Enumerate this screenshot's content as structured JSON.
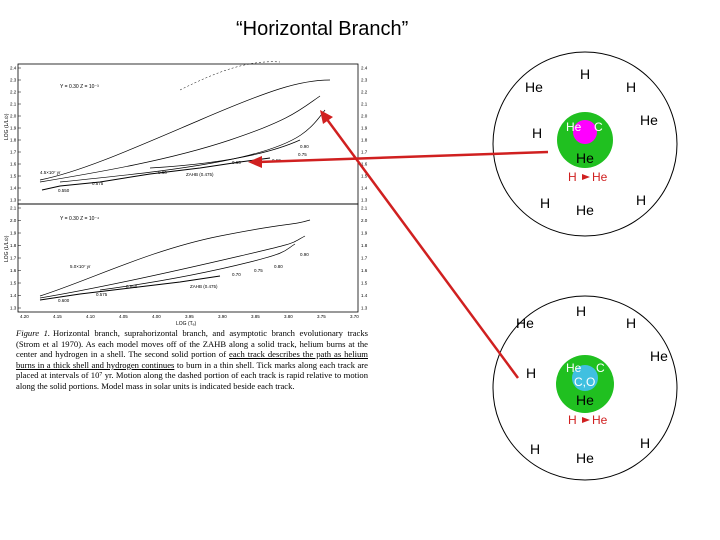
{
  "slide": {
    "title": "“Horizontal Branch”"
  },
  "figure": {
    "top_panel": {
      "params": "Y = 0.30    Z = 10⁻³",
      "y_ticks": [
        "2.4",
        "2.3",
        "2.2",
        "2.1",
        "2.0",
        "1.9",
        "1.8",
        "1.7",
        "1.6",
        "1.5",
        "1.4",
        "1.3"
      ],
      "y_axis_label": "LOG (L/L⊙)",
      "mass_labels": [
        "0.90",
        "0.75",
        "0.60",
        "0.575",
        "0.550",
        "0.65",
        "0.70",
        "0.60"
      ],
      "zahb_label": "ZAHB (0.475)",
      "time_label": "4.5×10⁷ yr"
    },
    "bottom_panel": {
      "params": "Y = 0.30    Z = 10⁻⁴",
      "y_ticks": [
        "2.1",
        "2.0",
        "1.9",
        "1.8",
        "1.7",
        "1.6",
        "1.5",
        "1.4",
        "1.3"
      ],
      "y_axis_label": "LOG (L/L⊙)",
      "mass_labels": [
        "0.90",
        "0.70",
        "0.80",
        "0.75",
        "0.70",
        "0.650",
        "0.575",
        "0.600"
      ],
      "zahb_label": "ZAHB (0.475)",
      "time_label": "5.0×10⁷ yr"
    },
    "x_ticks": [
      "4.20",
      "4.15",
      "4.10",
      "4.05",
      "4.00",
      "3.95",
      "3.90",
      "3.85",
      "3.80",
      "3.75",
      "3.70"
    ],
    "x_axis_label": "LOG (Tₑ)"
  },
  "caption": {
    "label": "Figure 1.",
    "text_before": "Horizontal branch, suprahorizontal branch, and asymptotic branch evolutionary tracks (Strom et al 1970). As each model moves off of the ZAHB along a solid track, helium burns at the center and hydrogen in a shell. The second solid portion of ",
    "underlined": "each track describes the path as helium burns in a thick shell and hydrogen continues",
    "text_after": " to burn in a thin shell. Tick marks along each track are placed at intervals of 10⁷ yr. Motion along the dashed portion of each track is rapid relative to motion along the solid portions. Model mass in solar units is indicated beside each track."
  },
  "diagram_top": {
    "labels": [
      "He",
      "H",
      "H",
      "He",
      "H",
      "He",
      "H",
      "He",
      "H",
      "He",
      "H",
      "He"
    ],
    "core_label": "C",
    "colors": {
      "outer": "#ffffff",
      "shell": "#20c020",
      "core": "#ff00ff",
      "arrow": "#d02020"
    }
  },
  "diagram_bottom": {
    "labels": [
      "He",
      "H",
      "H",
      "He",
      "H",
      "He",
      "H",
      "He",
      "H",
      "He",
      "H",
      "He"
    ],
    "core_label": "C,O",
    "core_extra": "C",
    "colors": {
      "outer": "#ffffff",
      "shell": "#20c020",
      "core": "#40c0e0",
      "arrow": "#d02020"
    }
  }
}
